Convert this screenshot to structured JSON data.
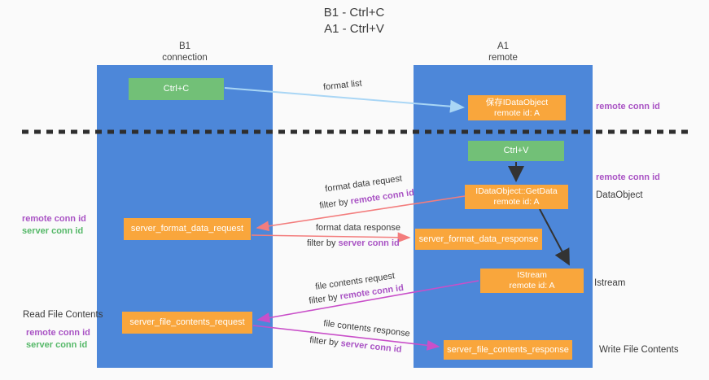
{
  "title": {
    "line1": "B1 - Ctrl+C",
    "line2": "A1 - Ctrl+V"
  },
  "columns": {
    "left": {
      "name": "B1",
      "role": "connection"
    },
    "right": {
      "name": "A1",
      "role": "remote"
    }
  },
  "boxes": {
    "ctrl_c": {
      "label": "Ctrl+C"
    },
    "save_idataobject": {
      "line1": "保存IDataObject",
      "line2": "remote id: A"
    },
    "ctrl_v": {
      "label": "Ctrl+V"
    },
    "getdata": {
      "line1": "IDataObject::GetData",
      "line2": "remote id: A"
    },
    "format_request": {
      "label": "server_format_data_request"
    },
    "format_response": {
      "label": "server_format_data_response"
    },
    "istream": {
      "line1": "IStream",
      "line2": "remote id: A"
    },
    "file_request": {
      "label": "server_file_contents_request"
    },
    "file_response": {
      "label": "server_file_contents_response"
    }
  },
  "arrow_labels": {
    "format_list": "format list",
    "format_data_request": "format data request",
    "format_data_response": "format data response",
    "file_contents_request": "file contents request",
    "file_contents_response": "file contents response",
    "filter_by": "filter by",
    "remote_conn_id": "remote conn id",
    "server_conn_id": "server conn id"
  },
  "side_labels": {
    "left": {
      "remote_conn_id_1": "remote conn id",
      "server_conn_id_1": "server conn id",
      "read_file_contents": "Read File Contents",
      "remote_conn_id_2": "remote conn id",
      "server_conn_id_2": "server conn id"
    },
    "right": {
      "remote_conn_id_top": "remote conn id",
      "remote_conn_id_mid": "remote conn id",
      "dataobject": "DataObject",
      "istream": "Istream",
      "write_file_contents": "Write File Contents"
    }
  },
  "colors": {
    "bg": "#fafafa",
    "column_blue": "#4d87d9",
    "box_green": "#72c077",
    "box_orange": "#f9a63c",
    "purple": "#a953c4",
    "green_text": "#55b868",
    "arrow_red": "#f37d7d",
    "arrow_magenta": "#c94fc9",
    "arrow_lightblue": "#a9d6f5",
    "ink": "#3a3a3a"
  }
}
